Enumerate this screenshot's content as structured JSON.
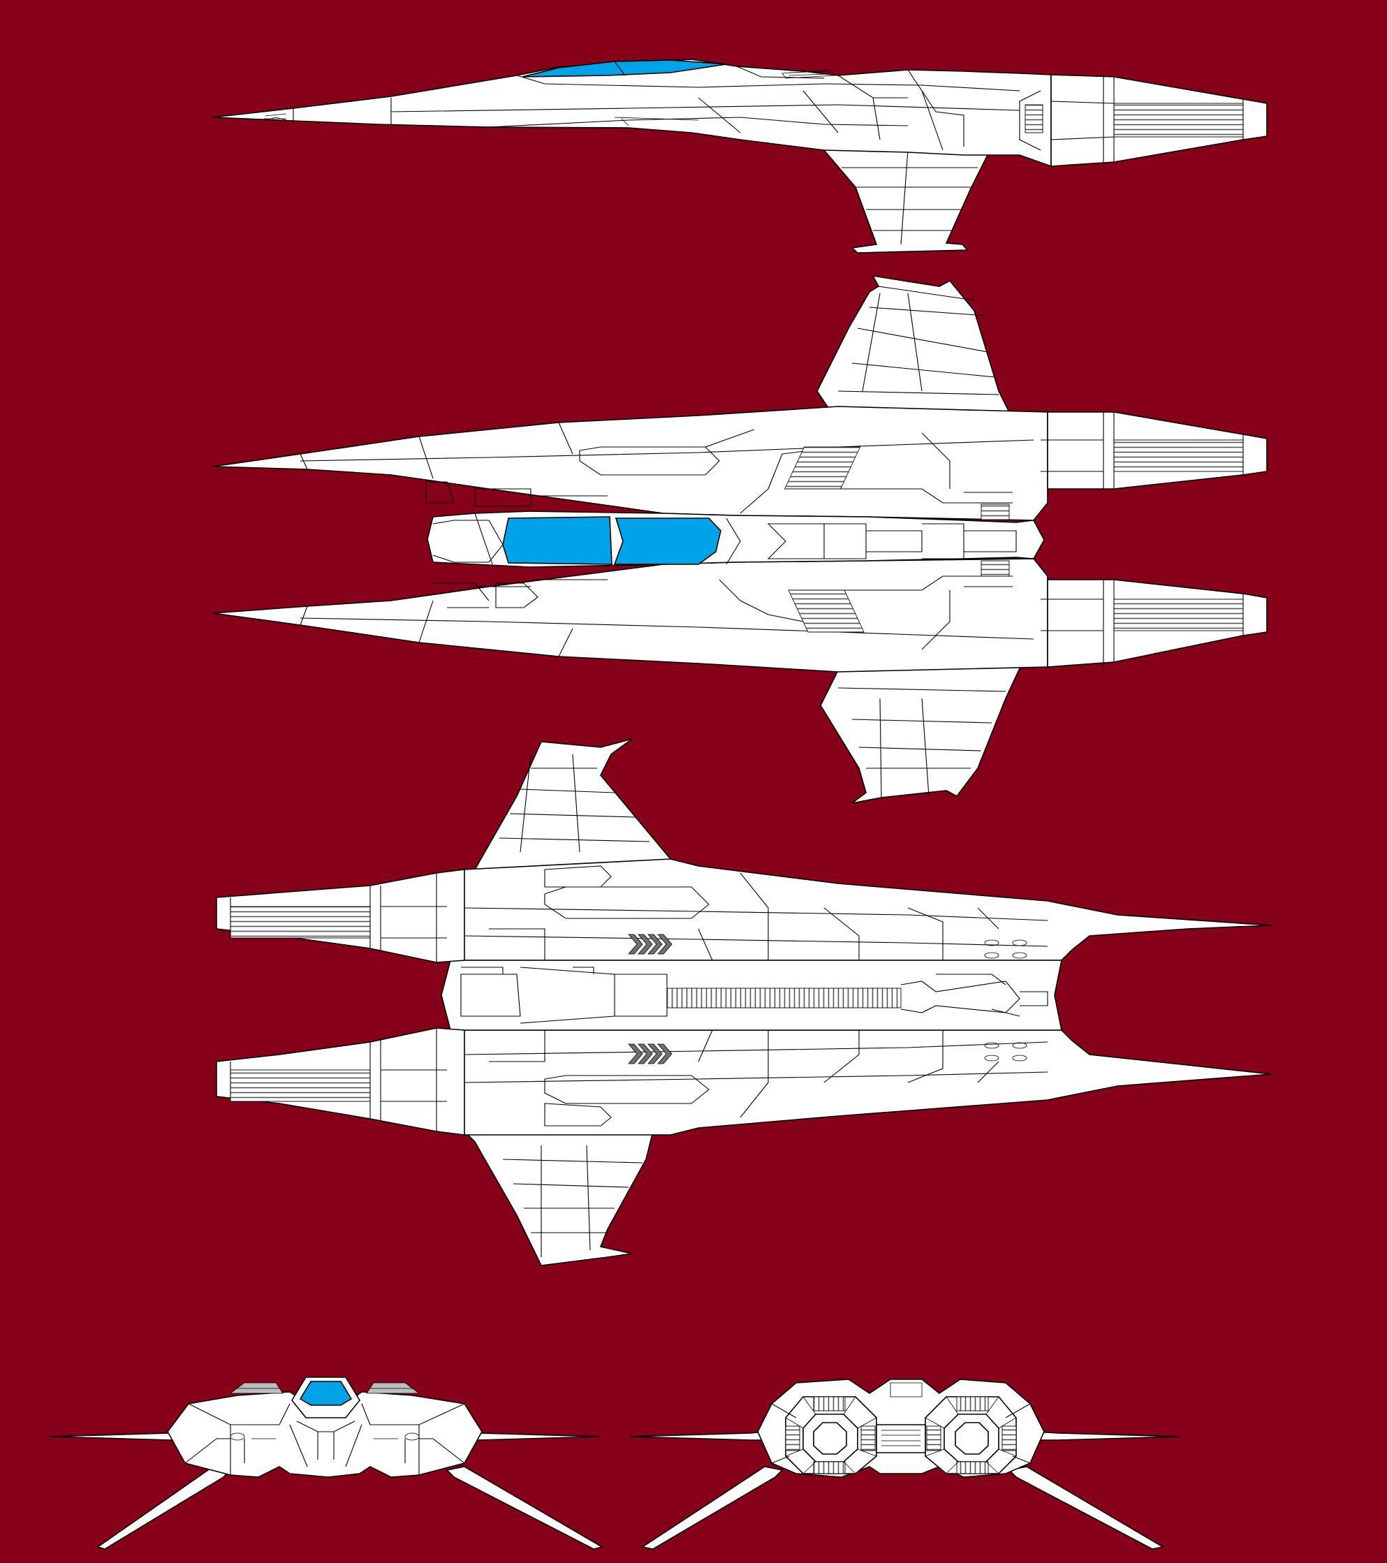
{
  "colors": {
    "background": "#87001a",
    "hull": "#ffffff",
    "panel_lines": "#000000",
    "canopy": "#00a2e8",
    "vents": "#707070"
  },
  "views": [
    {
      "id": "side-view"
    },
    {
      "id": "top-view"
    },
    {
      "id": "bottom-view"
    },
    {
      "id": "front-view"
    },
    {
      "id": "rear-view"
    }
  ]
}
